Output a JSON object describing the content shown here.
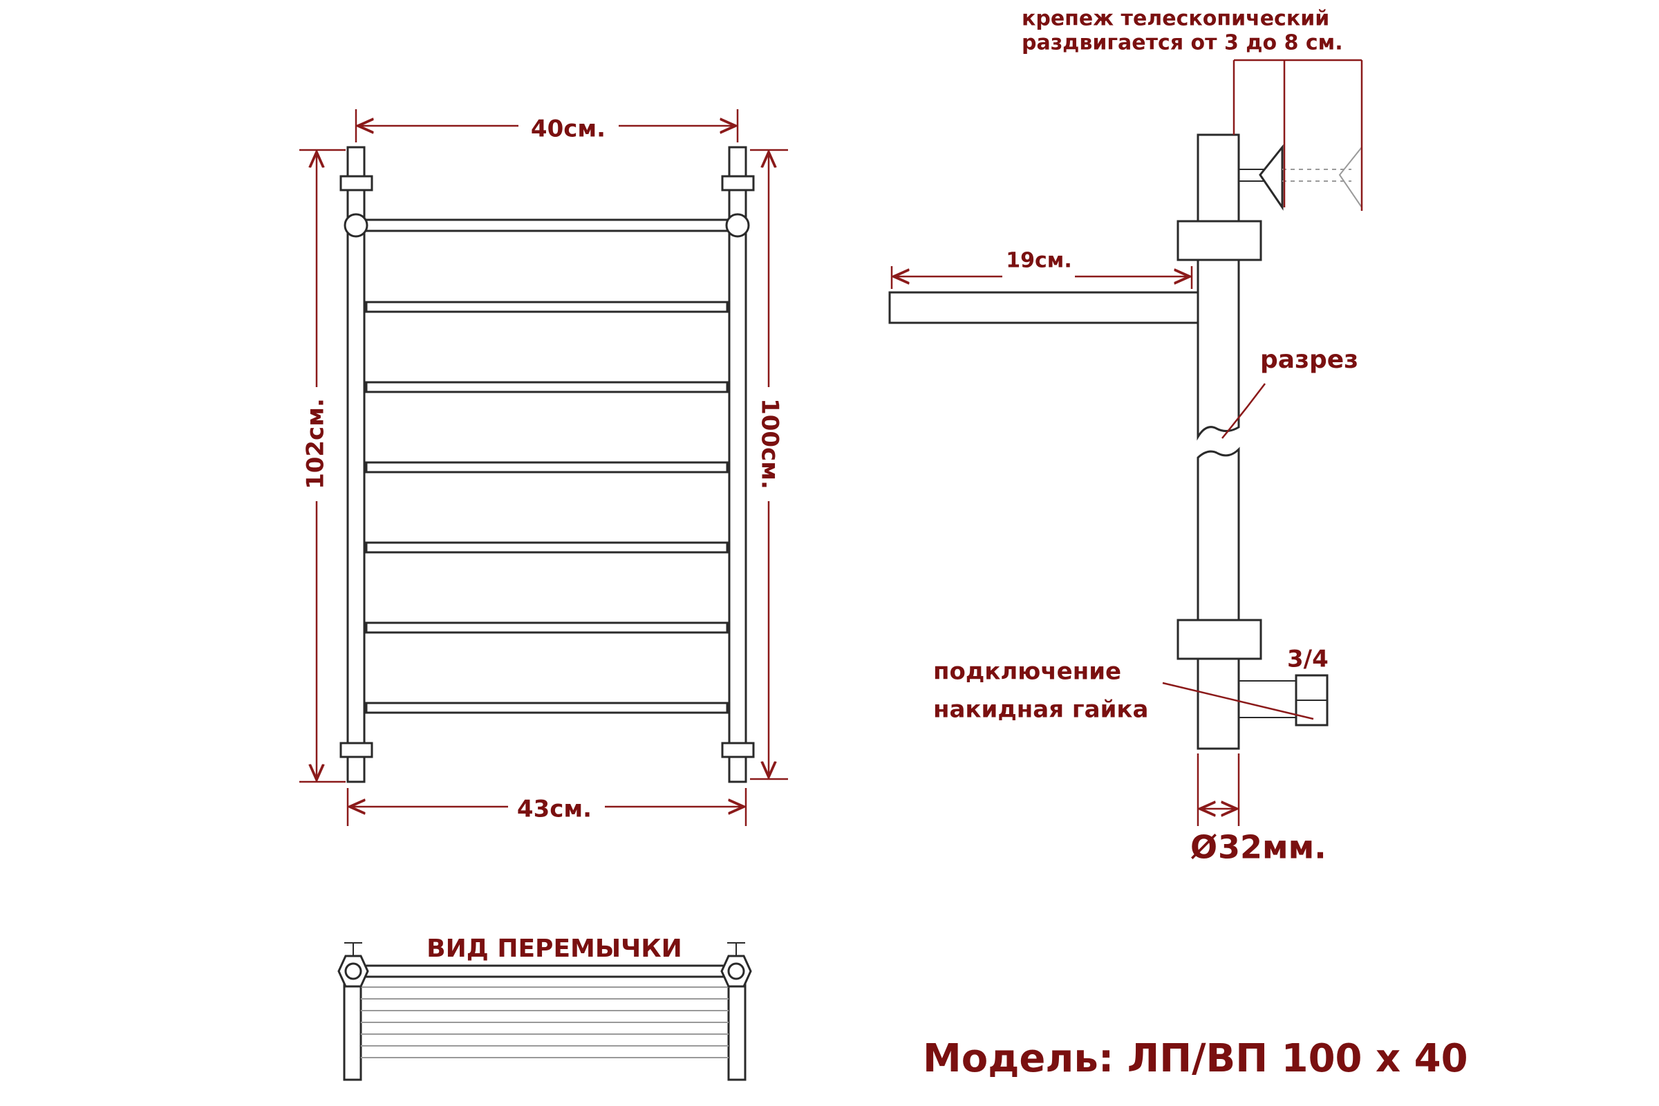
{
  "labels": {
    "width_top": "40см.",
    "width_bottom": "43см.",
    "height_left": "102см.",
    "height_right": "100см.",
    "depth": "19см.",
    "mount_line1": "крепеж телескопический",
    "mount_line2": "раздвигается от 3 до 8 см.",
    "section": "разрез",
    "thread": "3/4",
    "connection_line1": "подключение",
    "connection_line2": "накидная гайка",
    "diameter_symbol": "Ø",
    "diameter_value": "32мм.",
    "jumper_view": "ВИД ПЕРЕМЫЧКИ",
    "model": "Модель: ЛП/ВП 100 х 40"
  },
  "colors": {
    "label": "#7a1010",
    "dimension_line": "#8b1a1a",
    "outline": "#2a2a2a"
  }
}
